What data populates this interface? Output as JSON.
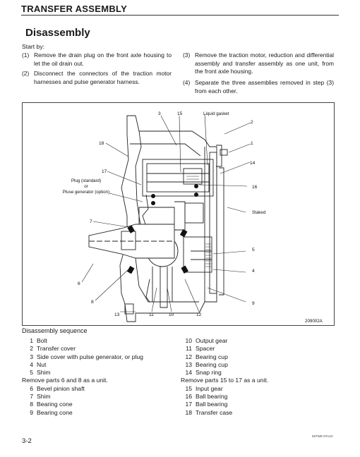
{
  "header": {
    "section": "TRANSFER ASSEMBLY",
    "title": "Disassembly"
  },
  "intro": {
    "start_by": "Start by:"
  },
  "steps_left": [
    {
      "num": "(1)",
      "text": "Remove the drain plug on the front axle housing to let the oil drain out."
    },
    {
      "num": "(2)",
      "text": "Disconnect the connectors of the traction motor harnesses and pulse generator harness."
    }
  ],
  "steps_right": [
    {
      "num": "(3)",
      "text": "Remove the traction motor, reduction and differential assembly and transfer assembly as one unit, from the front axle housing."
    },
    {
      "num": "(4)",
      "text": "Separate the three assemblies removed in step (3) from each other."
    }
  ],
  "figure": {
    "callouts": {
      "c1": "1",
      "c2": "2",
      "c3": "3",
      "c4": "4",
      "c5": "5",
      "c6": "6",
      "c7": "7",
      "c8": "8",
      "c9": "9",
      "c10": "10",
      "c11": "11",
      "c12": "12",
      "c13": "13",
      "c14": "14",
      "c15": "15",
      "c16": "16",
      "c17": "17",
      "c18": "18"
    },
    "labels": {
      "liquid_gasket": "Liquid gasket",
      "staked": "Staked",
      "plug_line1": "Plug (standard)",
      "plug_line2": "or",
      "plug_line3": "Pluse generator (option)"
    },
    "figure_id": "209002A"
  },
  "sequence": {
    "title": "Disassembly sequence",
    "left": [
      {
        "type": "item",
        "num": "1",
        "text": "Bolt"
      },
      {
        "type": "item",
        "num": "2",
        "text": "Transfer cover"
      },
      {
        "type": "item",
        "num": "3",
        "text": "Side cover with pulse generator, or plug"
      },
      {
        "type": "item",
        "num": "4",
        "text": "Nut"
      },
      {
        "type": "item",
        "num": "5",
        "text": "Shim"
      },
      {
        "type": "note",
        "num": "",
        "text": "Remove parts 6 and 8 as a unit."
      },
      {
        "type": "item",
        "num": "6",
        "text": "Bevel pinion shaft"
      },
      {
        "type": "item",
        "num": "7",
        "text": "Shim"
      },
      {
        "type": "item",
        "num": "8",
        "text": "Bearing cone"
      },
      {
        "type": "item",
        "num": "9",
        "text": "Bearing cone"
      }
    ],
    "right": [
      {
        "type": "item",
        "num": "10",
        "text": "Output gear"
      },
      {
        "type": "item",
        "num": "11",
        "text": "Spacer"
      },
      {
        "type": "item",
        "num": "12",
        "text": "Bearing cup"
      },
      {
        "type": "item",
        "num": "13",
        "text": "Bearing cup"
      },
      {
        "type": "item",
        "num": "14",
        "text": "Snap ring"
      },
      {
        "type": "note",
        "num": "",
        "text": "Remove parts 15 to 17 as a unit."
      },
      {
        "type": "item",
        "num": "15",
        "text": "Input gear"
      },
      {
        "type": "item",
        "num": "16",
        "text": "Ball bearing"
      },
      {
        "type": "item",
        "num": "17",
        "text": "Ball bearing"
      },
      {
        "type": "item",
        "num": "18",
        "text": "Transfer case"
      }
    ]
  },
  "footer": {
    "page": "3-2",
    "code": "597WE-07U10"
  }
}
